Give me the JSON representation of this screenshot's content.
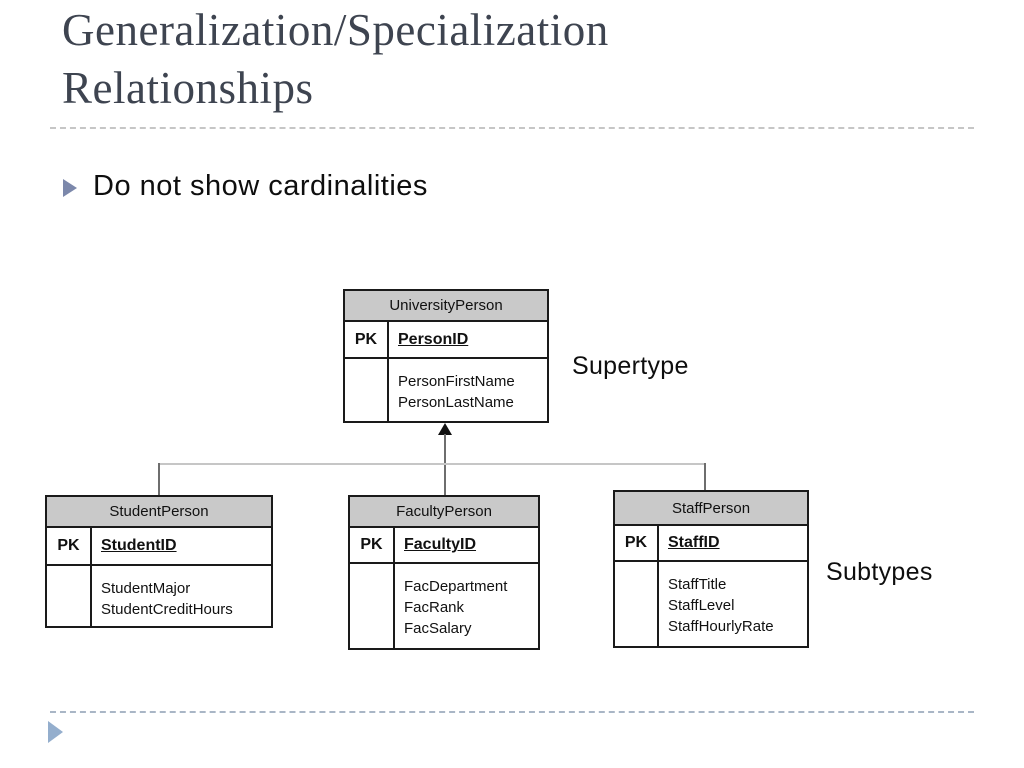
{
  "slide": {
    "title": "Generalization/Specialization Relationships",
    "bullet_text": "Do not show cardinalities"
  },
  "labels": {
    "supertype": "Supertype",
    "subtypes": "Subtypes"
  },
  "tables": {
    "university": {
      "name": "UniversityPerson",
      "pk_tag": "PK",
      "pk": "PersonID",
      "attributes": [
        "PersonFirstName",
        "PersonLastName"
      ]
    },
    "student": {
      "name": "StudentPerson",
      "pk_tag": "PK",
      "pk": "StudentID",
      "attributes": [
        "StudentMajor",
        "StudentCreditHours"
      ]
    },
    "faculty": {
      "name": "FacultyPerson",
      "pk_tag": "PK",
      "pk": "FacultyID",
      "attributes": [
        "FacDepartment",
        "FacRank",
        "FacSalary"
      ]
    },
    "staff": {
      "name": "StaffPerson",
      "pk_tag": "PK",
      "pk": "StaffID",
      "attributes": [
        "StaffTitle",
        "StaffLevel",
        "StaffHourlyRate"
      ]
    }
  },
  "icons": {
    "bullet": "right-triangle",
    "footer_nav": "right-triangle",
    "generalization_arrow": "up-arrow"
  },
  "colors": {
    "title_text": "#3e4450",
    "bullet_accent": "#7c88ab",
    "footer_accent": "#94aecd",
    "table_header_fill": "#c9c9c9",
    "table_border": "#1a1a1a",
    "connector_light": "#c6c6c6",
    "connector_dark": "#6e6e6e"
  }
}
